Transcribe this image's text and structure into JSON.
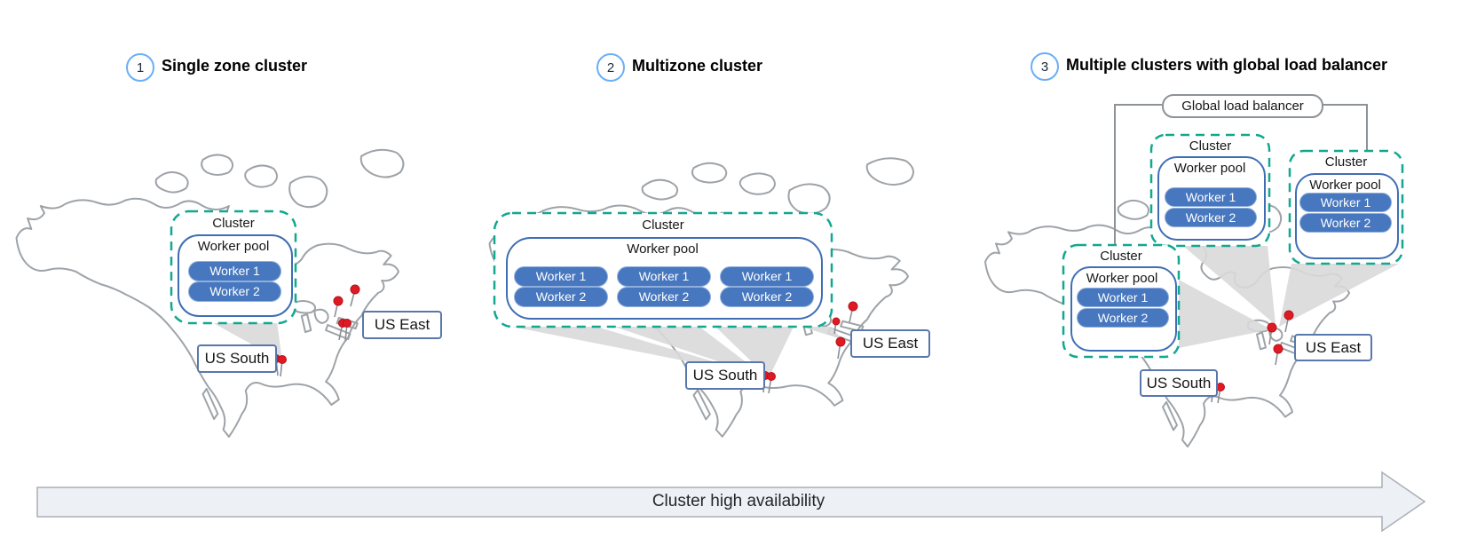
{
  "panels": [
    {
      "badge": "1",
      "title": "Single zone cluster",
      "cluster": {
        "label": "Cluster",
        "pool": {
          "label": "Worker pool",
          "workers": [
            "Worker 1",
            "Worker 2"
          ]
        }
      },
      "regions": {
        "south": "US South",
        "east": "US East"
      }
    },
    {
      "badge": "2",
      "title": "Multizone cluster",
      "cluster": {
        "label": "Cluster",
        "pool": {
          "label": "Worker pool",
          "zones": [
            [
              "Worker 1",
              "Worker 2"
            ],
            [
              "Worker 1",
              "Worker 2"
            ],
            [
              "Worker 1",
              "Worker 2"
            ]
          ]
        }
      },
      "regions": {
        "south": "US South",
        "east": "US East"
      }
    },
    {
      "badge": "3",
      "title": "Multiple clusters with global load balancer",
      "load_balancer": "Global load balancer",
      "clusters": [
        {
          "label": "Cluster",
          "pool": {
            "label": "Worker pool",
            "workers": [
              "Worker 1",
              "Worker 2"
            ]
          }
        },
        {
          "label": "Cluster",
          "pool": {
            "label": "Worker pool",
            "workers": [
              "Worker 1",
              "Worker 2"
            ]
          }
        },
        {
          "label": "Cluster",
          "pool": {
            "label": "Worker pool",
            "workers": [
              "Worker 1",
              "Worker 2"
            ]
          }
        }
      ],
      "regions": {
        "south": "US South",
        "east": "US East"
      }
    }
  ],
  "arrow": {
    "label": "Cluster high availability"
  },
  "colors": {
    "cluster_dash_teal": "#12A88F",
    "worker_blue": "#4777BE",
    "pool_border_blue": "#3F6EB5",
    "pin_red": "#E01A23",
    "map_gray": "#9EA3A8",
    "beam_gray": "#D9D9DA",
    "badge_blue": "#69AEF8",
    "arrow_fill": "#EDF1F6"
  }
}
